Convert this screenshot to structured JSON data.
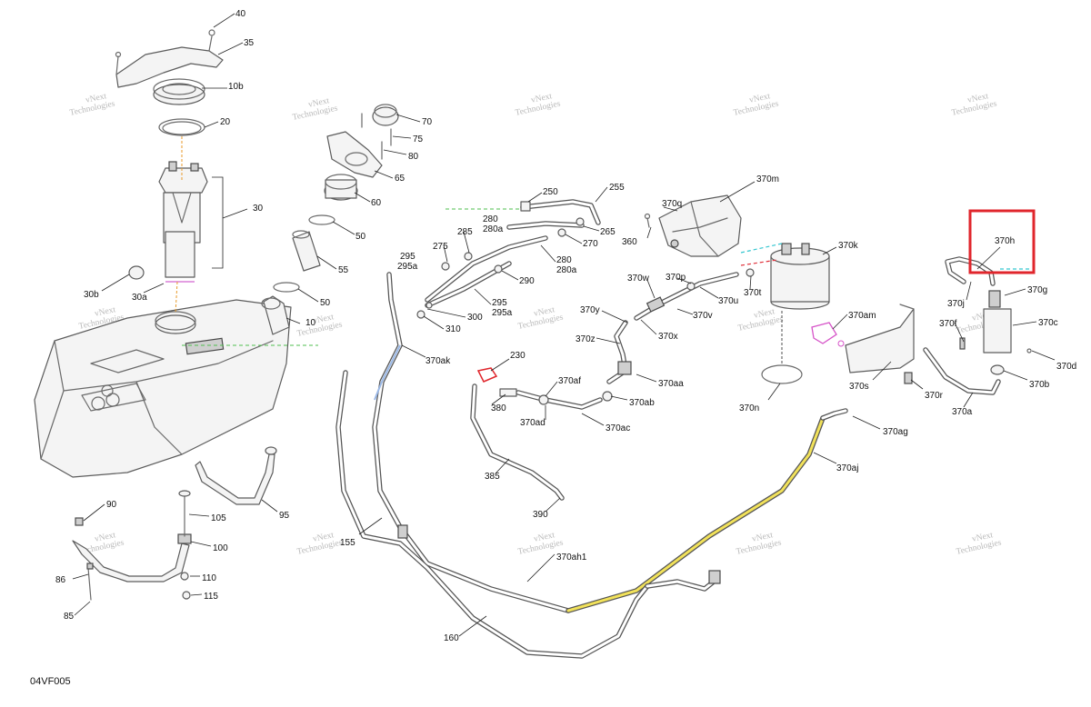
{
  "diagram_code": "04VF005",
  "watermark": {
    "line1": "vNext",
    "line2": "Technologies"
  },
  "highlight_color": "#e0262c",
  "callouts": {
    "c40": "40",
    "c35": "35",
    "c10b": "10b",
    "c20": "20",
    "c30": "30",
    "c30b": "30b",
    "c30a": "30a",
    "c10": "10",
    "c70": "70",
    "c75": "75",
    "c80": "80",
    "c65": "65",
    "c60": "60",
    "c50a": "50",
    "c55": "55",
    "c50b": "50",
    "c250": "250",
    "c255": "255",
    "c280a": "280",
    "c280aa": "280a",
    "c265": "265",
    "c270": "270",
    "c275": "275",
    "c285": "285",
    "c295a": "295",
    "c295aa": "295a",
    "c280b": "280",
    "c280ba": "280a",
    "c290": "290",
    "c295b": "295",
    "c295ba": "295a",
    "c300": "300",
    "c310": "310",
    "c370q": "370q",
    "c370m": "370m",
    "c360": "360",
    "c370k": "370k",
    "c370w": "370w",
    "c370p": "370p",
    "c370u": "370u",
    "c370t": "370t",
    "c370v": "370v",
    "c370y": "370y",
    "c370x": "370x",
    "c370z": "370z",
    "c370aa": "370aa",
    "c370ab": "370ab",
    "c370ac": "370ac",
    "c370ad": "370ad",
    "c370af": "370af",
    "c230": "230",
    "c380": "380",
    "c385": "385",
    "c390": "390",
    "c370ak": "370ak",
    "c370am": "370am",
    "c370n": "370n",
    "c370s": "370s",
    "c370r": "370r",
    "c370h": "370h",
    "c370g": "370g",
    "c370j": "370j",
    "c370f": "370f",
    "c370c": "370c",
    "c370d": "370d",
    "c370b": "370b",
    "c370a": "370a",
    "c370ag": "370ag",
    "c370aj": "370aj",
    "c90": "90",
    "c105": "105",
    "c95": "95",
    "c100": "100",
    "c86": "86",
    "c110": "110",
    "c115": "115",
    "c85": "85",
    "c155": "155",
    "c370ah1": "370ah1",
    "c160": "160"
  }
}
